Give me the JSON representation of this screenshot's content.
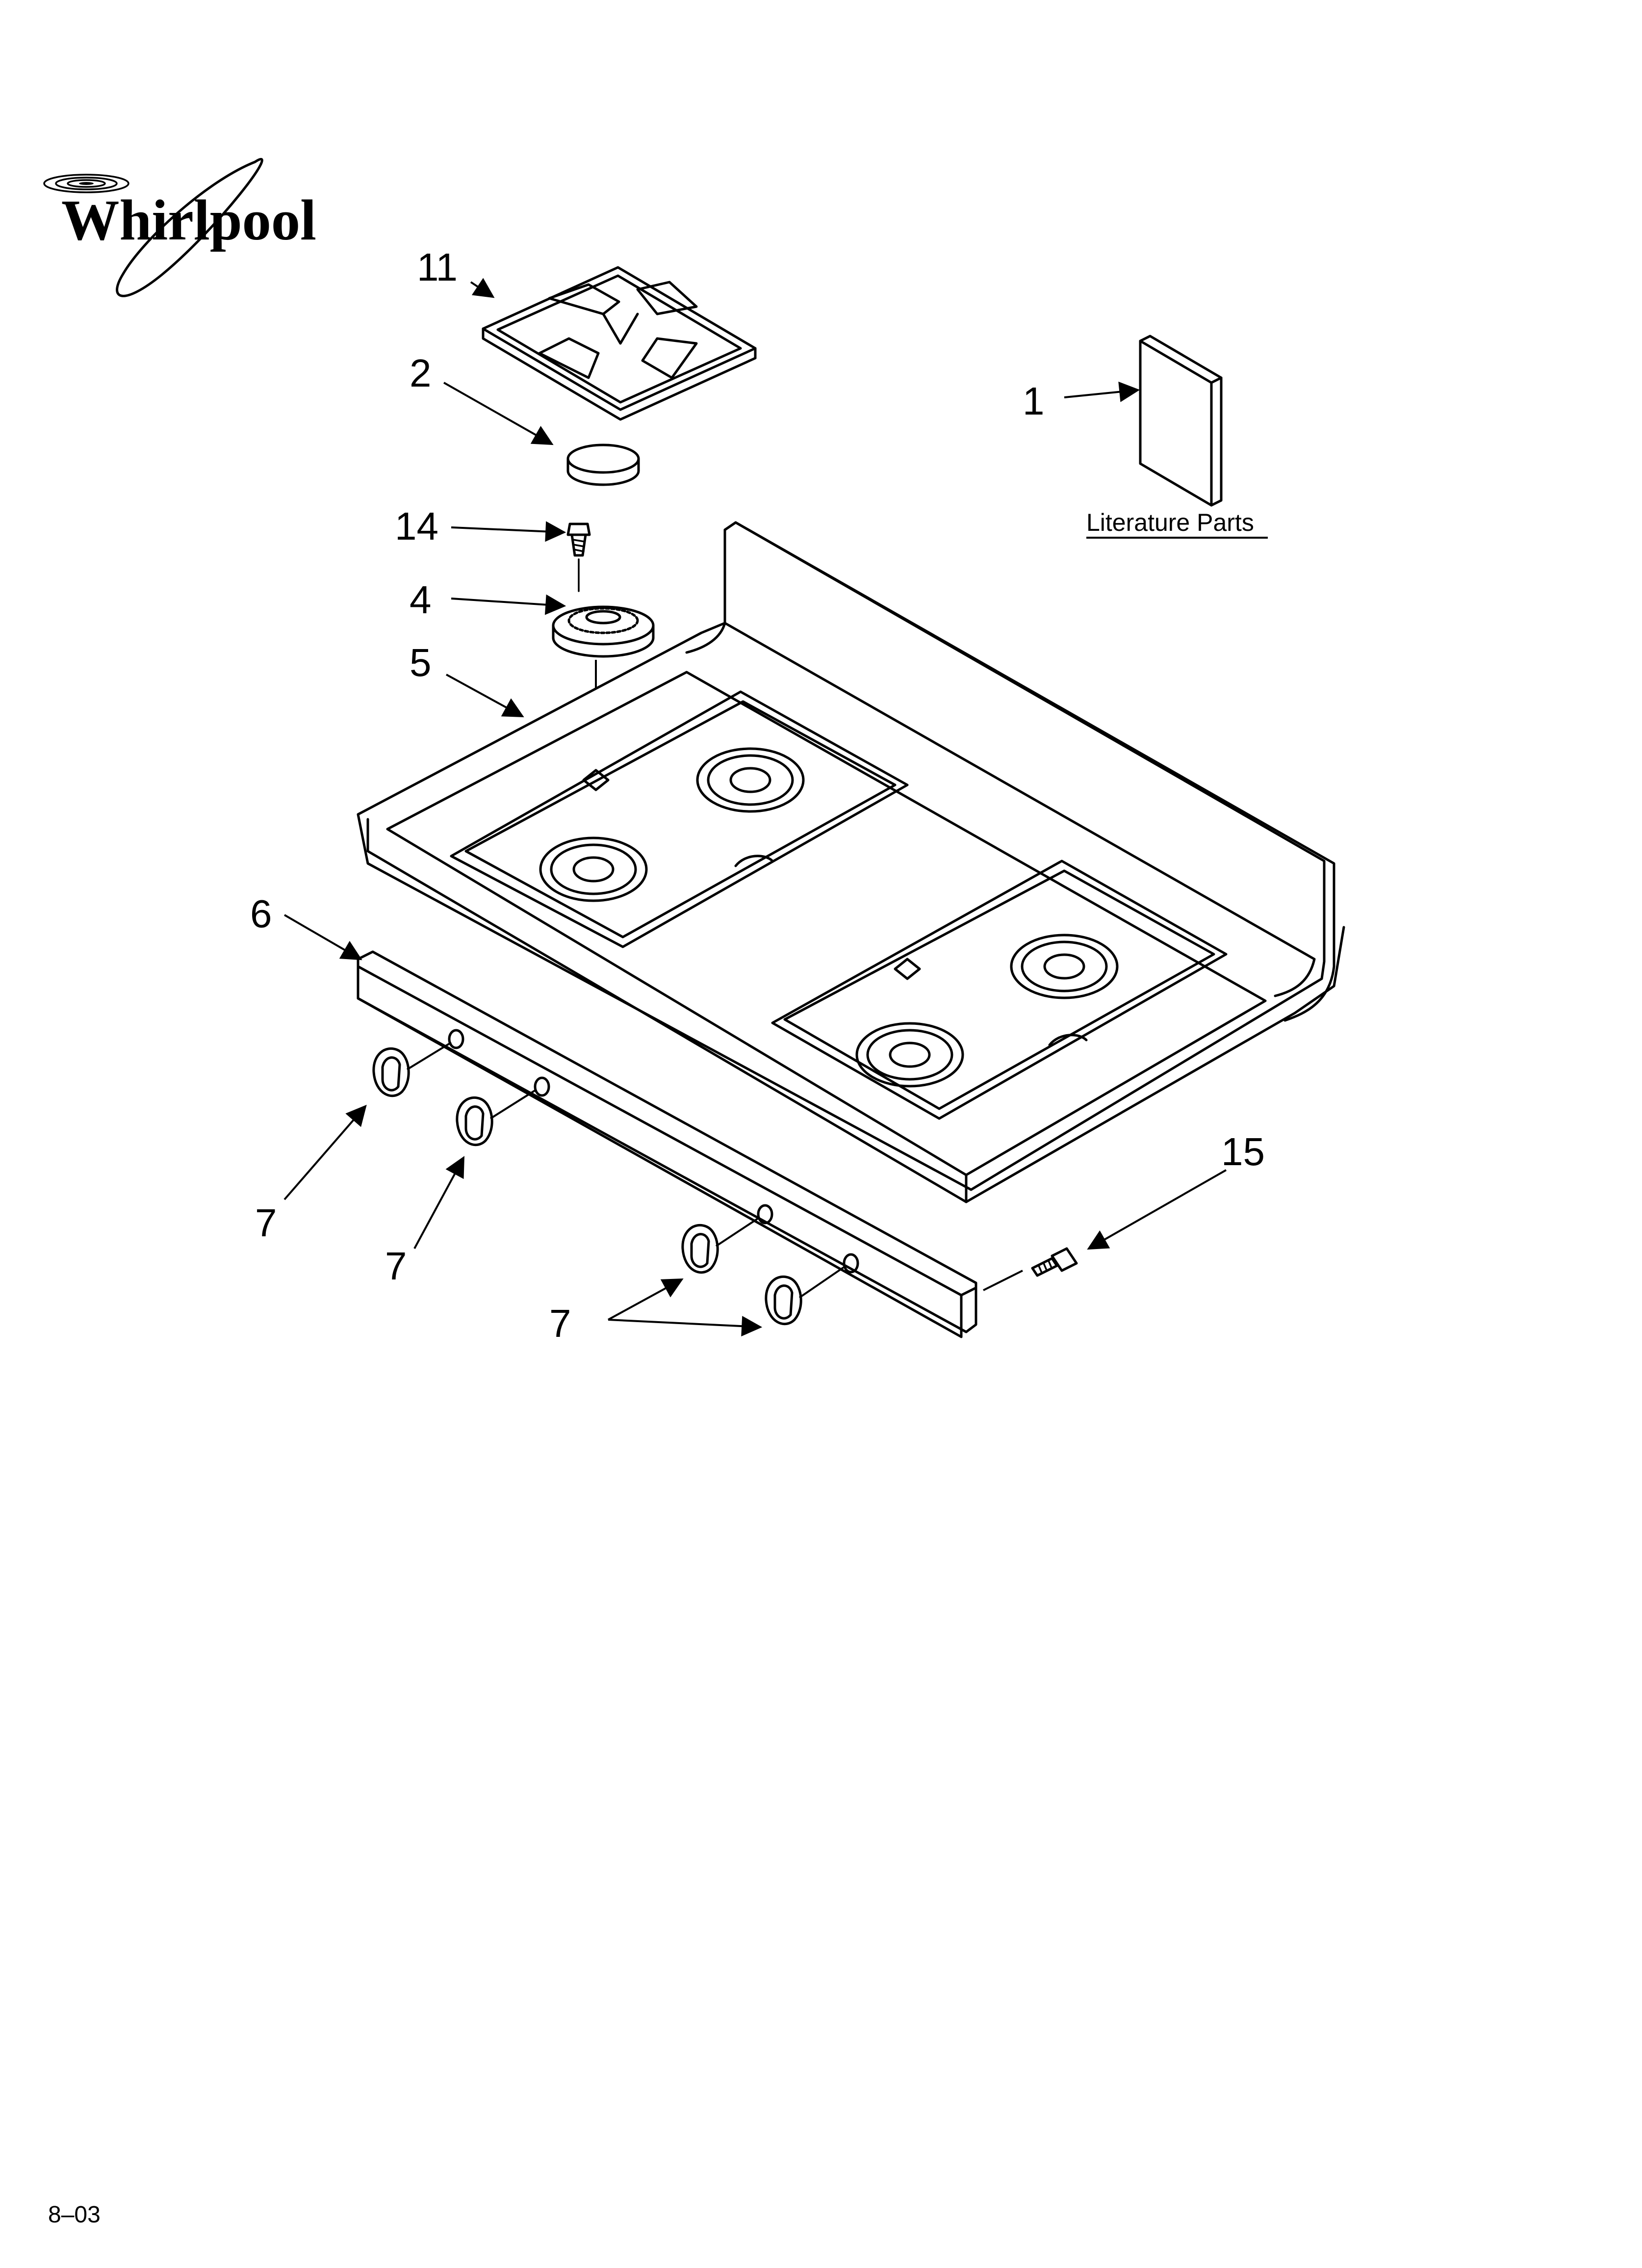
{
  "brand": {
    "name": "Whirlpool"
  },
  "callouts": {
    "c11": "11",
    "c2": "2",
    "c14": "14",
    "c4": "4",
    "c5": "5",
    "c1": "1",
    "c6": "6",
    "c7a": "7",
    "c7b": "7",
    "c7c": "7",
    "c15": "15"
  },
  "literature": {
    "caption": "Literature Parts"
  },
  "footer": {
    "date_code": "8–03"
  },
  "colors": {
    "line": "#000000",
    "background": "#ffffff"
  }
}
